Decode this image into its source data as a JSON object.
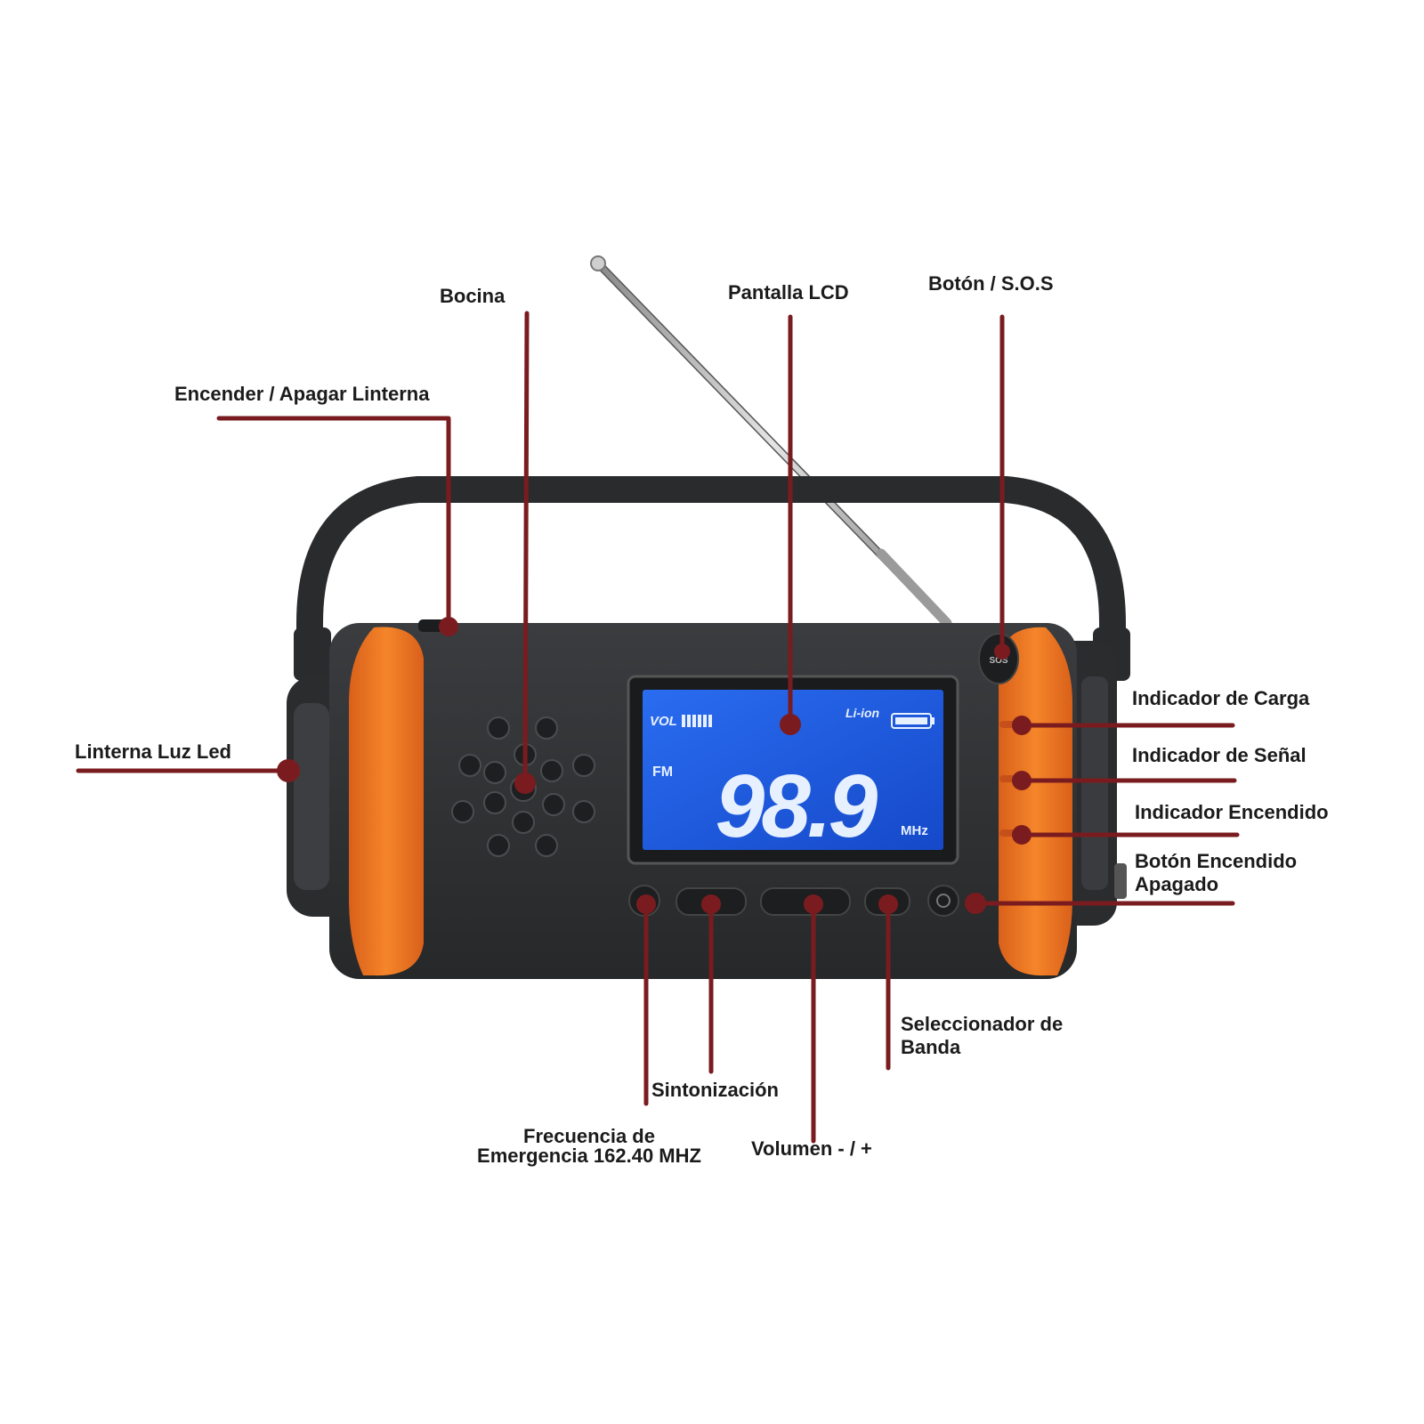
{
  "colors": {
    "leader": "#7a1c1f",
    "body": "#2f3133",
    "orange": "#f07a1e",
    "lcd_blue": "#1f5fe0",
    "lcd_text": "#e6f0ff"
  },
  "lcd": {
    "vol": "VOL",
    "battery": "Li-ion",
    "band": "FM",
    "frequency": "98.9",
    "unit": "MHz"
  },
  "sos_button": "SOS",
  "labels": {
    "bocina": "Bocina",
    "pantalla": "Pantalla LCD",
    "sos": "Botón / S.O.S",
    "linterna_switch": "Encender / Apagar Linterna",
    "linterna_led": "Linterna Luz Led",
    "carga": "Indicador de Carga",
    "senal": "Indicador de Señal",
    "encendido_ind": "Indicador Encendido",
    "boton_encendido": {
      "line1": "Botón Encendido",
      "line2": "Apagado"
    },
    "banda": {
      "line1": "Seleccionador de",
      "line2": "Banda"
    },
    "sintonizacion": "Sintonización",
    "emergencia": {
      "line1": "Frecuencia de",
      "line2": "Emergencia 162.40 MHZ"
    },
    "volumen": "Volumen - / +"
  }
}
